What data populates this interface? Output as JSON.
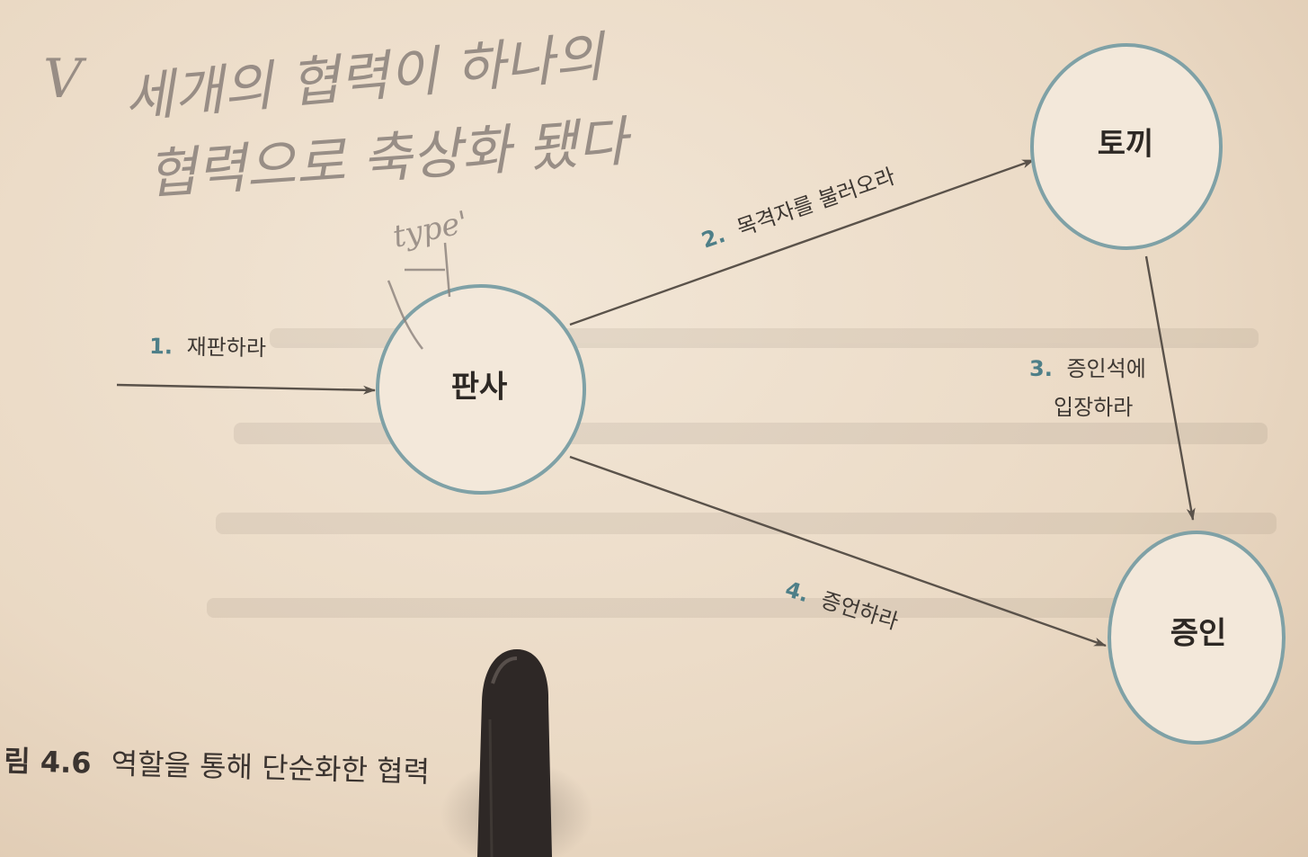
{
  "diagram": {
    "nodes": {
      "judge": "판사",
      "rabbit": "토끼",
      "witness": "증인"
    },
    "edges": {
      "e1": {
        "num": "1.",
        "text": "재판하라"
      },
      "e2": {
        "num": "2.",
        "text": "목격자를 불러오라"
      },
      "e3": {
        "num": "3.",
        "line1": "증인석에",
        "line2": "입장하라"
      },
      "e4": {
        "num": "4.",
        "text": "증언하라"
      }
    },
    "caption": {
      "prefix": "림 4.6",
      "text": "역할을 통해 단순화한 협력"
    }
  },
  "handwriting": {
    "check": "V",
    "line1": "세개의 협력이 하나의",
    "line2": "협력으로 축상화 됐다",
    "note": "type'"
  },
  "colors": {
    "paper": "#ede0cf",
    "node_stroke": "#7fa1a6",
    "number_accent": "#4e7f88",
    "pencil": "#8a807a"
  }
}
